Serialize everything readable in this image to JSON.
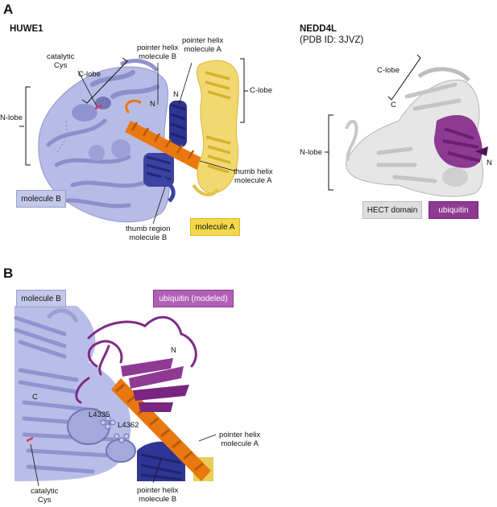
{
  "panel_a": {
    "letter": "A",
    "huwe1": {
      "title": "HUWE1",
      "labels": {
        "catalytic_cys": [
          "catalytic",
          "Cys"
        ],
        "c_lobe_left": "C-lobe",
        "pointer_helix_b": [
          "pointer helix",
          "molecule B"
        ],
        "pointer_helix_a": [
          "pointer helix",
          "molecule A"
        ],
        "n_terminus": "N",
        "c_lobe_right": "C-lobe",
        "n_lobe": "N-lobe",
        "thumb_helix_a": [
          "thumb helix",
          "molecule A"
        ],
        "thumb_region_b": [
          "thumb region",
          "molecule B"
        ]
      },
      "legend": [
        {
          "label": "molecule B",
          "fill": "#c3c7e8",
          "border": "#9aa0d2"
        },
        {
          "label": "molecule A",
          "fill": "#f2d84a",
          "border": "#d9b92a"
        }
      ]
    },
    "nedd4l": {
      "title": "NEDD4L",
      "subtitle": "(PDB ID: 3JVZ)",
      "labels": {
        "c_lobe": "C-lobe",
        "c_terminus": "C",
        "n_lobe": "N-lobe",
        "n_terminus": "N"
      },
      "legend": [
        {
          "label": "HECT domain",
          "fill": "#dedede",
          "border": "#bdbdbd"
        },
        {
          "label": "ubiquitin",
          "fill": "#8e3a93",
          "border": "#6d2472"
        }
      ]
    }
  },
  "panel_b": {
    "letter": "B",
    "legend": [
      {
        "label": "molecule B",
        "fill": "#c3c7e8",
        "border": "#9aa0d2"
      },
      {
        "label": "ubiquitin (modeled)",
        "fill": "#b061b5",
        "border": "#8e3a93"
      }
    ],
    "labels": {
      "n_terminus": "N",
      "c_terminus": "C",
      "l4335": "L4335",
      "l4362": "L4362",
      "pointer_helix_a": [
        "pointer helix",
        "molecule A"
      ],
      "catalytic_cys": [
        "catalytic",
        "Cys"
      ],
      "pointer_helix_b": [
        "pointer helix",
        "molecule B"
      ]
    }
  },
  "colors": {
    "molecule_b": "#a9aedd",
    "molecule_b_dark": "#7277b6",
    "pointer_helix_b": "#2e3592",
    "orange_helix": "#e8780f",
    "molecule_a": "#f0d060",
    "hect_gray": "#d6d6d6",
    "ubiquitin": "#7e2a86"
  }
}
